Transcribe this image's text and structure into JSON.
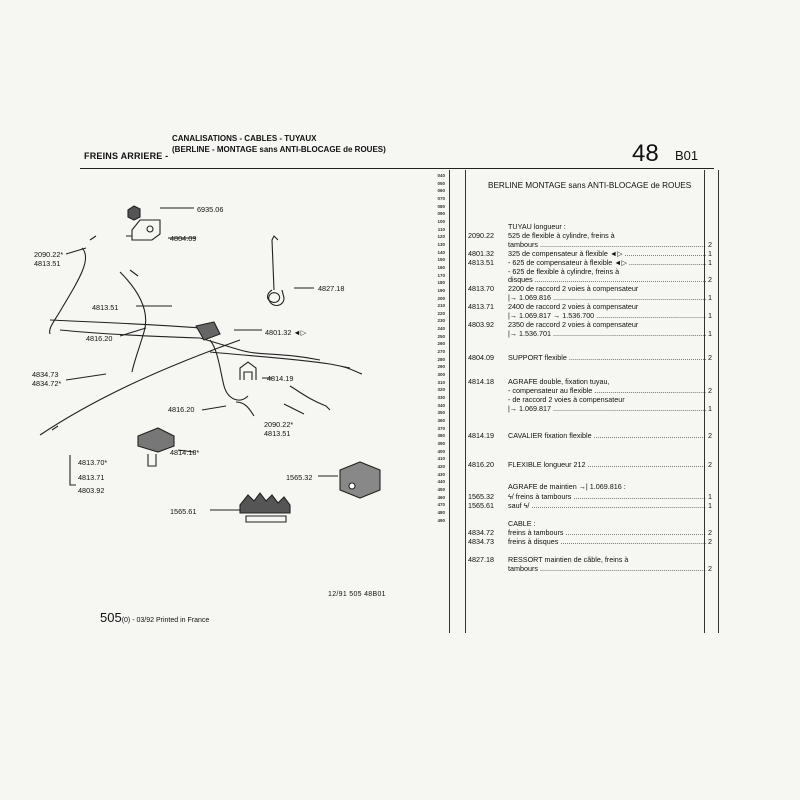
{
  "header": {
    "left": "FREINS ARRIERE -",
    "title_line1": "CANALISATIONS - CABLES - TUYAUX",
    "title_line2": "(BERLINE - MONTAGE sans ANTI-BLOCAGE de ROUES)",
    "page_number": "48",
    "section_code": "B01"
  },
  "row_numbers": [
    "040",
    "050",
    "060",
    "070",
    "080",
    "090",
    "100",
    "110",
    "120",
    "130",
    "140",
    "150",
    "160",
    "170",
    "180",
    "190",
    "200",
    "210",
    "220",
    "230",
    "240",
    "250",
    "260",
    "270",
    "280",
    "290",
    "300",
    "310",
    "320",
    "330",
    "340",
    "350",
    "360",
    "370",
    "380",
    "390",
    "400",
    "410",
    "420",
    "430",
    "440",
    "450",
    "460",
    "470",
    "480",
    "490"
  ],
  "section_title": "BERLINE MONTAGE sans ANTI-BLOCAGE de ROUES",
  "entries": [
    {
      "ref": "",
      "desc": "TUYAU longueur :",
      "qty": "",
      "dots": false
    },
    {
      "ref": "2090.22",
      "desc": "525 de flexible à cylindre, freins à",
      "qty": "",
      "dots": false
    },
    {
      "ref": "",
      "desc": "tambours",
      "qty": "2",
      "dots": true
    },
    {
      "ref": "4801.32",
      "desc": "325 de compensateur à flexible ◄▷",
      "qty": "1",
      "dots": true
    },
    {
      "ref": "4813.51",
      "desc": "- 625 de compensateur à flexible ◄▷",
      "qty": "1",
      "dots": true
    },
    {
      "ref": "",
      "desc": "- 625 de flexible à cylindre, freins à",
      "qty": "",
      "dots": false
    },
    {
      "ref": "",
      "desc": "disques",
      "qty": "2",
      "dots": true
    },
    {
      "ref": "4813.70",
      "desc": "2200 de raccord 2 voies à compensateur",
      "qty": "",
      "dots": false
    },
    {
      "ref": "",
      "desc": "|→ 1.069.816",
      "qty": "1",
      "dots": true
    },
    {
      "ref": "4813.71",
      "desc": "2400 de raccord 2 voies à compensateur",
      "qty": "",
      "dots": false
    },
    {
      "ref": "",
      "desc": "|→ 1.069.817 → 1.536.700",
      "qty": "1",
      "dots": true
    },
    {
      "ref": "4803.92",
      "desc": "2350 de raccord 2 voies à compensateur",
      "qty": "",
      "dots": false
    },
    {
      "ref": "",
      "desc": "|→ 1.536.701",
      "qty": "1",
      "dots": true
    },
    {
      "ref": "4804.09",
      "desc": "SUPPORT flexible",
      "qty": "2",
      "dots": true
    },
    {
      "ref": "4814.18",
      "desc": "AGRAFE double, fixation tuyau,",
      "qty": "",
      "dots": false
    },
    {
      "ref": "",
      "desc": "- compensateur au flexible",
      "qty": "2",
      "dots": true
    },
    {
      "ref": "",
      "desc": "- de raccord 2 voies à compensateur",
      "qty": "",
      "dots": false
    },
    {
      "ref": "",
      "desc": "|→ 1.069.817",
      "qty": "1",
      "dots": true
    },
    {
      "ref": "4814.19",
      "desc": "CAVALIER fixation flexible",
      "qty": "2",
      "dots": true
    },
    {
      "ref": "4816.20",
      "desc": "FLEXIBLE longueur 212",
      "qty": "2",
      "dots": true
    },
    {
      "ref": "",
      "desc": "AGRAFE de maintien →| 1.069.816 :",
      "qty": "",
      "dots": false
    },
    {
      "ref": "1565.32",
      "desc": "ϟ/ freins à tambours",
      "qty": "1",
      "dots": true
    },
    {
      "ref": "1565.61",
      "desc": "sauf ϟ/",
      "qty": "1",
      "dots": true
    },
    {
      "ref": "",
      "desc": "CABLE :",
      "qty": "",
      "dots": false
    },
    {
      "ref": "4834.72",
      "desc": "freins à tambours",
      "qty": "2",
      "dots": true
    },
    {
      "ref": "4834.73",
      "desc": "freins à disques",
      "qty": "2",
      "dots": true
    },
    {
      "ref": "4827.18",
      "desc": "RESSORT maintien de câble, freins à",
      "qty": "",
      "dots": false
    },
    {
      "ref": "",
      "desc": "tambours",
      "qty": "2",
      "dots": true
    }
  ],
  "diagram_labels": [
    {
      "id": "6935-06",
      "text": "6935.06"
    },
    {
      "id": "4804-09",
      "text": "4804.09"
    },
    {
      "id": "2090-22-a",
      "text": "2090.22*"
    },
    {
      "id": "4813-51-a",
      "text": "4813.51"
    },
    {
      "id": "4827-18",
      "text": "4827.18"
    },
    {
      "id": "4813-51-b",
      "text": "4813.51"
    },
    {
      "id": "4816-20-a",
      "text": "4816.20"
    },
    {
      "id": "4801-32",
      "text": "4801.32 ◄▷"
    },
    {
      "id": "4834-73",
      "text": "4834.73"
    },
    {
      "id": "4834-72",
      "text": "4834.72*"
    },
    {
      "id": "4814-19",
      "text": "4814.19"
    },
    {
      "id": "4816-20-b",
      "text": "4816.20"
    },
    {
      "id": "2090-22-b",
      "text": "2090.22*"
    },
    {
      "id": "4813-51-c",
      "text": "4813.51"
    },
    {
      "id": "4814-18",
      "text": "4814.18*"
    },
    {
      "id": "4813-70",
      "text": "4813.70*"
    },
    {
      "id": "4813-71",
      "text": "4813.71"
    },
    {
      "id": "4803-92",
      "text": "4803.92"
    },
    {
      "id": "1565-32",
      "text": "1565.32"
    },
    {
      "id": "1565-61",
      "text": "1565.61"
    }
  ],
  "footer": {
    "ref": "12/91  505  48B01",
    "model": "505",
    "edition": "(0) - 03/92 Printed in France"
  }
}
